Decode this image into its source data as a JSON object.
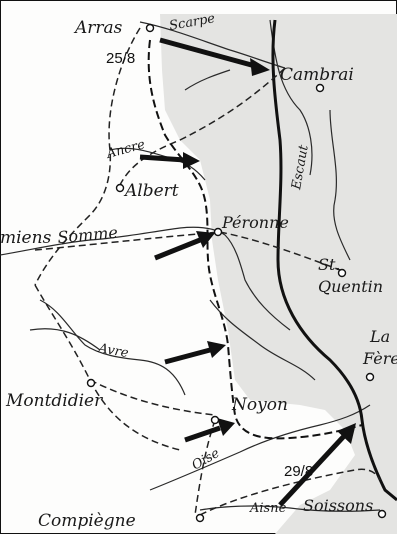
{
  "towns": {
    "arras": "Arras",
    "cambrai": "Cambrai",
    "albert": "Albert",
    "peronne": "Péronne",
    "amiens": "miens",
    "st_quentin_1": "St.",
    "st_quentin_2": "Quentin",
    "la_fere_1": "La",
    "la_fere_2": "Fère",
    "montdidier": "Montdidier",
    "noyon": "Noyon",
    "compiegne": "Compiègne",
    "soissons": "Soissons"
  },
  "rivers": {
    "scarpe": "Scarpe",
    "escaut": "Escaut",
    "ancre": "Ancre",
    "somme": "Somme",
    "avre": "Avre",
    "oise": "Oise",
    "aisne": "Aisne"
  },
  "dates": {
    "north": "25/8",
    "south": "29/8"
  },
  "colors": {
    "territory_shading": "#e4e4e2",
    "ink": "#111111",
    "paper": "#fdfdfc"
  }
}
